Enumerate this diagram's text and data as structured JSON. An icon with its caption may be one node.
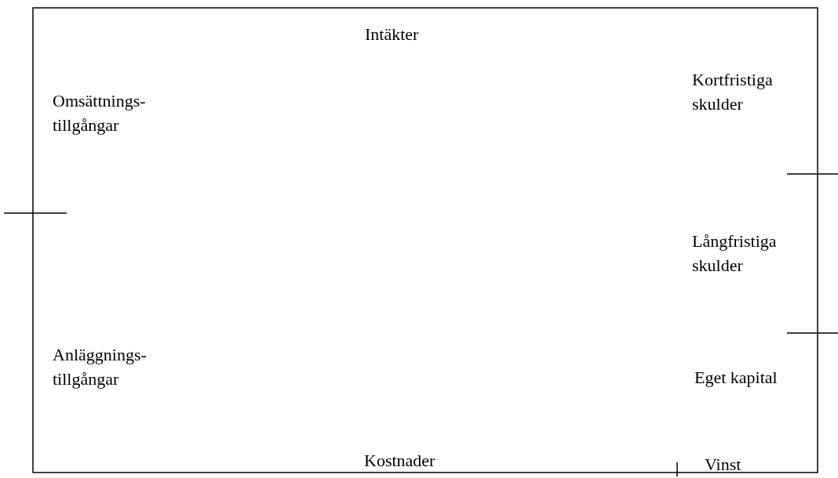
{
  "diagram": {
    "labels": [
      "Intäkter",
      "Kortfristiga skulder",
      "Omsättnings- tillgångar",
      "Långfristiga skulder",
      "Anläggnings- tillgångar",
      "Eget kapital",
      "Kostnader",
      "Vinst"
    ]
  }
}
